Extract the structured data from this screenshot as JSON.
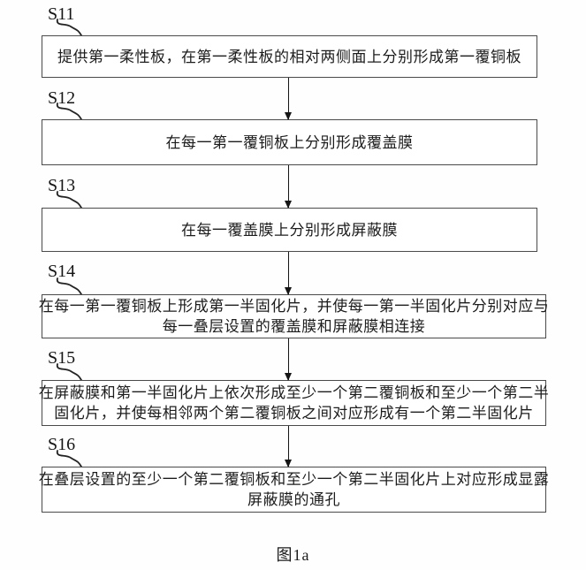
{
  "figure": {
    "caption": "图1a",
    "steps": [
      {
        "id": "S11",
        "lines": [
          "提供第一柔性板，在第一柔性板的相对两侧面上分别形成第一覆铜板",
          ""
        ]
      },
      {
        "id": "S12",
        "lines": [
          "在每一第一覆铜板上分别形成覆盖膜",
          ""
        ]
      },
      {
        "id": "S13",
        "lines": [
          "在每一覆盖膜上分别形成屏蔽膜",
          ""
        ]
      },
      {
        "id": "S14",
        "lines": [
          "在每一第一覆铜板上形成第一半固化片，并使每一第一半固化片分别对应与",
          "每一叠层设置的覆盖膜和屏蔽膜相连接"
        ]
      },
      {
        "id": "S15",
        "lines": [
          "在屏蔽膜和第一半固化片上依次形成至少一个第二覆铜板和至少一个第二半",
          "固化片，并使每相邻两个第二覆铜板之间对应形成有一个第二半固化片"
        ]
      },
      {
        "id": "S16",
        "lines": [
          "在叠层设置的至少一个第二覆铜板和至少一个第二半固化片上对应形成显露",
          "屏蔽膜的通孔"
        ]
      }
    ],
    "colors": {
      "box_border": "#4a4a4a",
      "text": "#1c1c1c",
      "arrow": "#151515",
      "background": "#ffffff"
    }
  }
}
